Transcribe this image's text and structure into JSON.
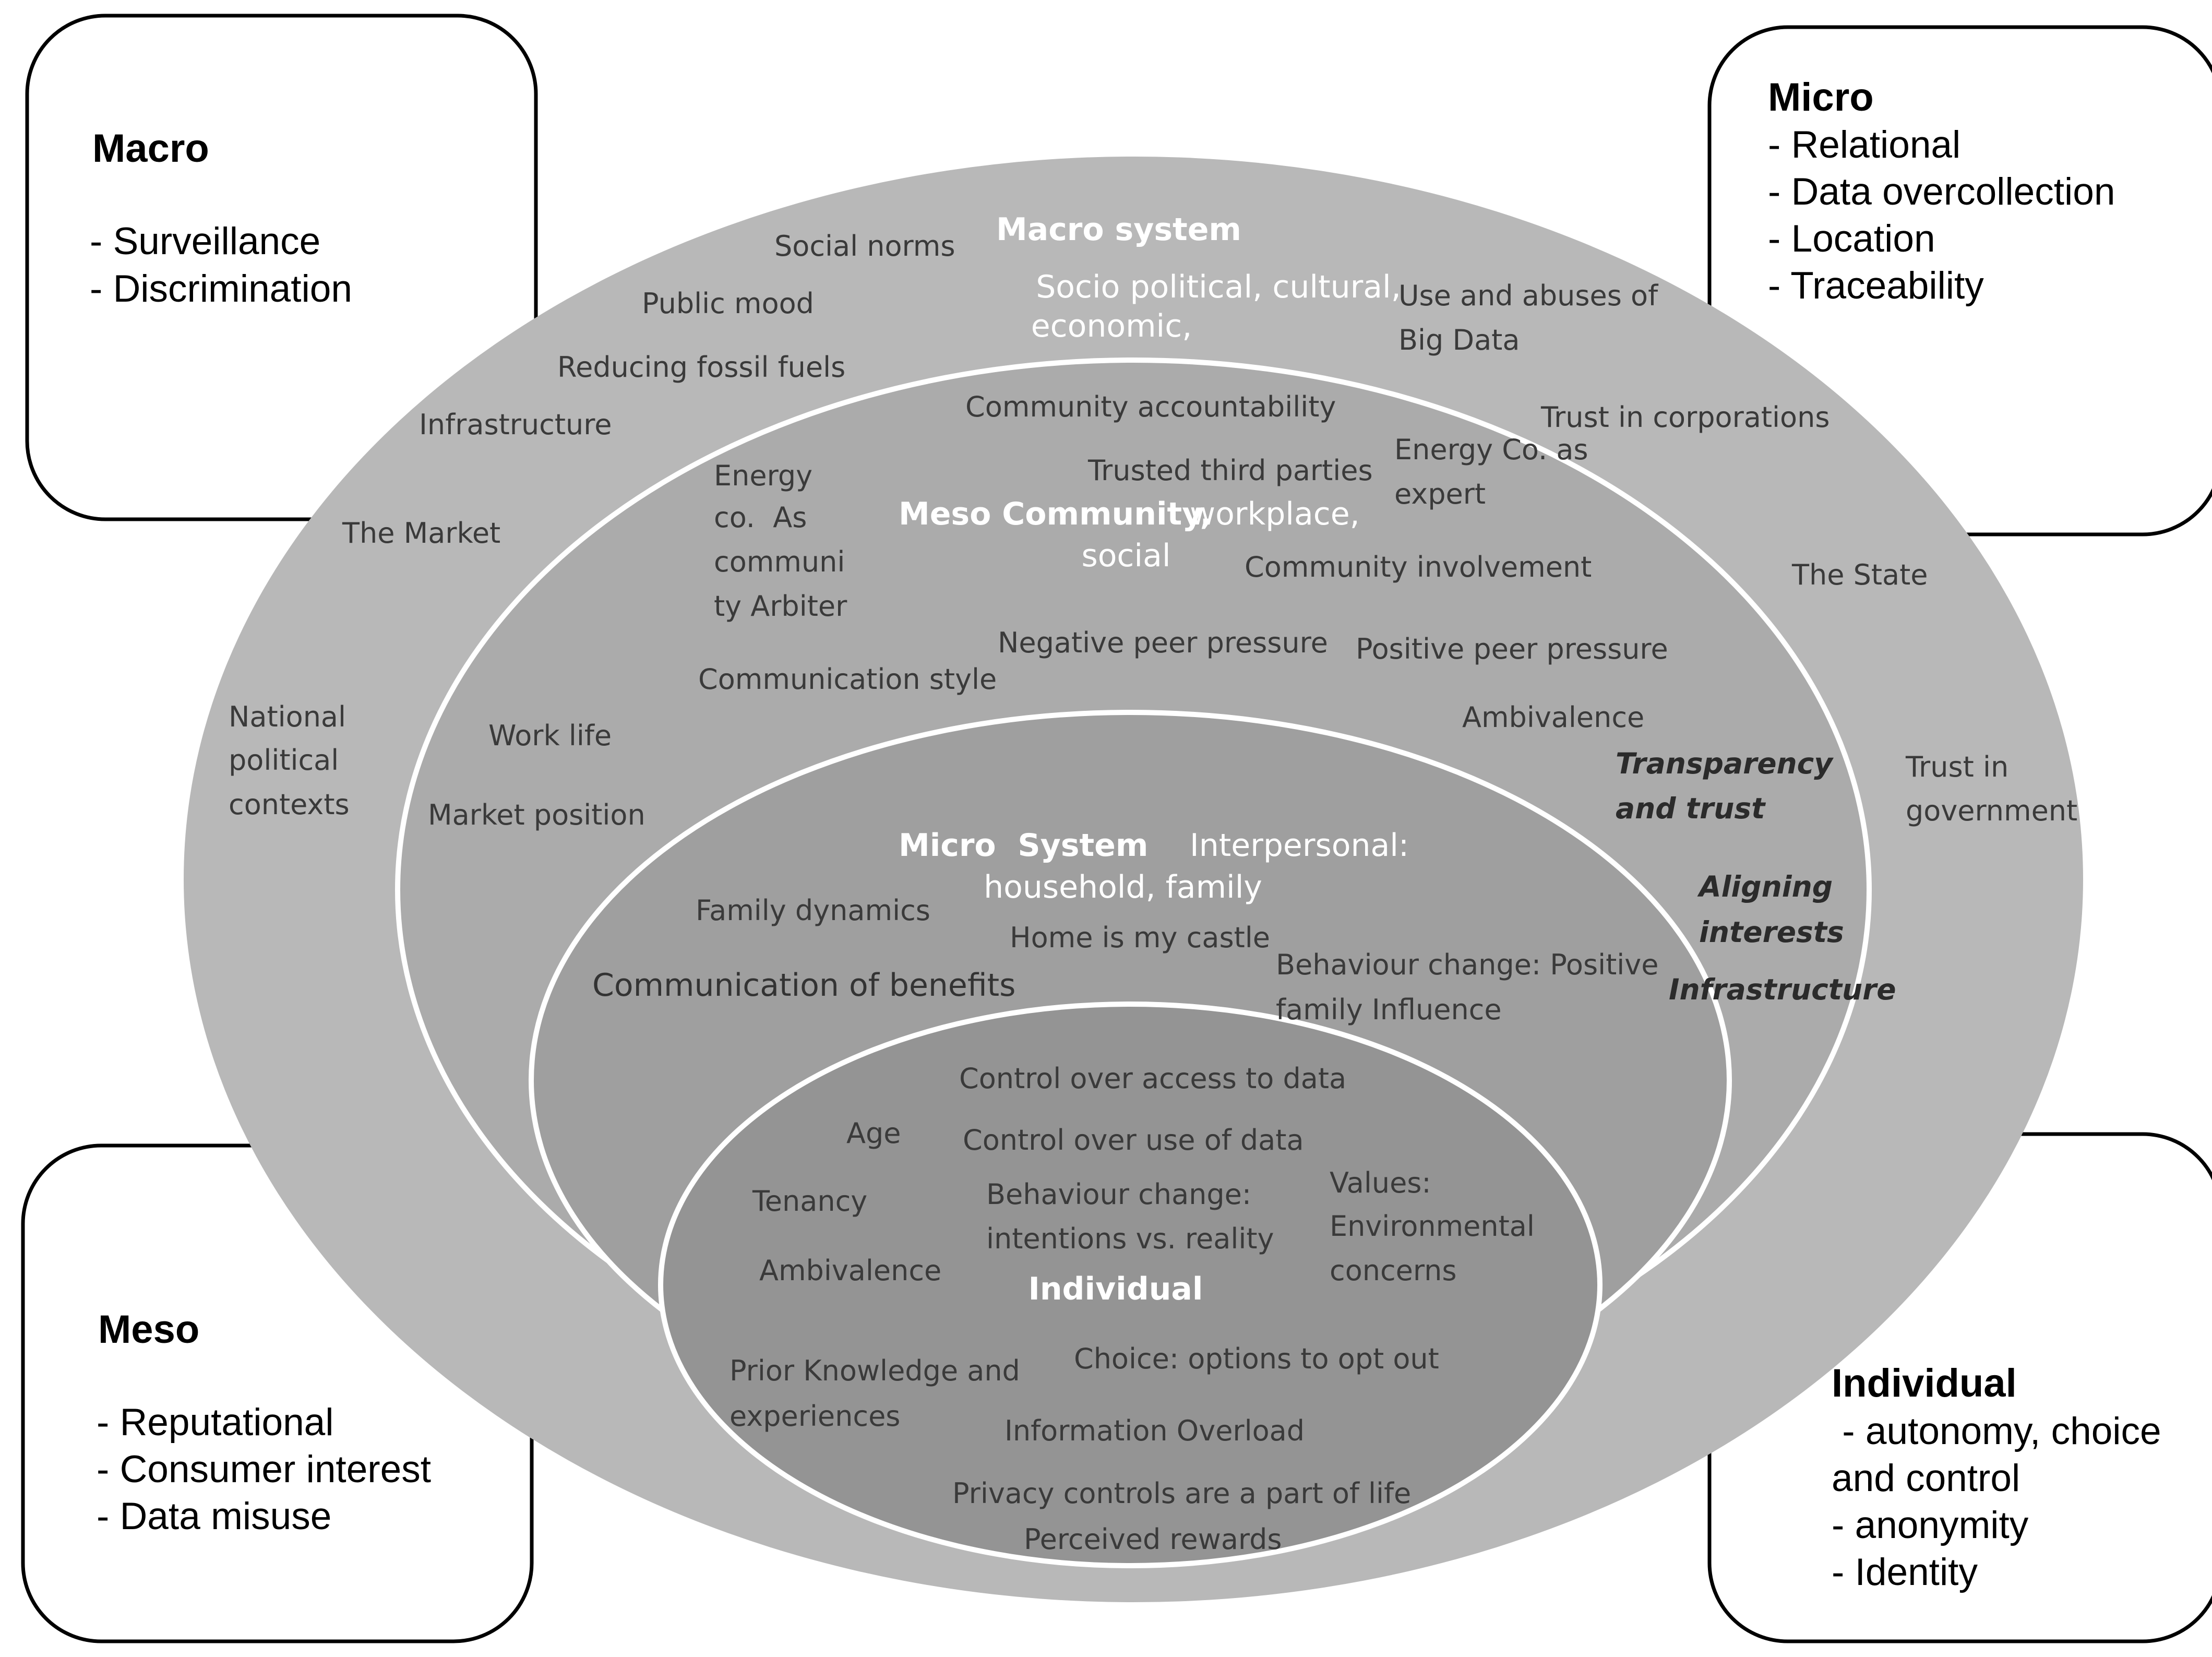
{
  "corner_boxes": {
    "macro": {
      "title": "Macro",
      "items": [
        "- Surveillance",
        "- Discrimination"
      ]
    },
    "micro": {
      "title": "Micro",
      "items": [
        "- Relational",
        "- Data overcollection",
        "- Location",
        "- Traceability"
      ]
    },
    "meso": {
      "title": "Meso",
      "items": [
        "- Reputational",
        "- Consumer interest",
        "- Data misuse"
      ]
    },
    "individual": {
      "title": "Individual",
      "items": [
        " - autonomy, choice",
        "and control",
        "- anonymity",
        "- Identity"
      ]
    }
  },
  "macro_system": {
    "title": "Macro system",
    "subtitle": [
      "Socio political, cultural,",
      "economic,"
    ],
    "labels": {
      "social_norms": "Social norms",
      "public_mood": "Public mood",
      "reducing_fossil_fuels": "Reducing fossil fuels",
      "infrastructure": "Infrastructure",
      "the_market": "The Market",
      "national_political_contexts": [
        "National",
        "political",
        "contexts"
      ],
      "use_and_abuses": [
        "Use and abuses of",
        "Big Data"
      ],
      "trust_in_corporations": "Trust in corporations",
      "the_state": "The State",
      "trust_in_government": [
        "Trust in",
        "government"
      ],
      "transparency_and_trust": [
        "Transparency",
        "and trust"
      ],
      "aligning_interests": [
        "Aligning",
        "interests"
      ],
      "infrastructure_italic": "Infrastructure"
    }
  },
  "meso_system": {
    "title": "Meso Community,",
    "subtitle": [
      "workplace,",
      "social"
    ],
    "labels": {
      "community_accountability": "Community accountability",
      "energy_co_arbiter": [
        "Energy",
        "co.  As",
        "communi",
        "ty Arbiter"
      ],
      "trusted_third_parties": "Trusted third parties",
      "energy_co_expert": [
        "Energy Co. as",
        "expert"
      ],
      "community_involvement": "Community involvement",
      "negative_peer_pressure": "Negative peer pressure",
      "positive_peer_pressure": "Positive peer pressure",
      "communication_style": "Communication style",
      "ambivalence": "Ambivalence",
      "work_life": "Work life",
      "market_position": "Market position"
    }
  },
  "micro_system": {
    "title": "Micro  System",
    "subtitle": [
      "Interpersonal:",
      "household, family"
    ],
    "labels": {
      "family_dynamics": "Family dynamics",
      "home_is_my_castle": "Home is my castle",
      "communication_of_benefits": "Communication of benefits",
      "behaviour_change_positive": [
        "Behaviour change: Positive",
        "family Influence"
      ]
    }
  },
  "individual_system": {
    "title": "Individual",
    "labels": {
      "control_access": "Control over access to data",
      "age": "Age",
      "control_use": "Control over use of data",
      "tenancy": "Tenancy",
      "behaviour_change_intentions": [
        "Behaviour change:",
        "intentions vs. reality"
      ],
      "values": [
        "Values:",
        "Environmental",
        "concerns"
      ],
      "ambivalence": "Ambivalence",
      "prior_knowledge": [
        "Prior Knowledge and",
        "experiences"
      ],
      "choice_opt_out": "Choice: options to opt out",
      "information_overload": "Information Overload",
      "privacy_controls": "Privacy controls are a part of life",
      "perceived_rewards": "Perceived rewards"
    }
  },
  "colors": {
    "macro_fill": "#b8b8b8",
    "meso_fill": "#ababab",
    "micro_fill": "#9f9f9f",
    "individual_fill": "#949494",
    "ring_stroke": "#ffffff",
    "box_stroke": "#000000"
  }
}
